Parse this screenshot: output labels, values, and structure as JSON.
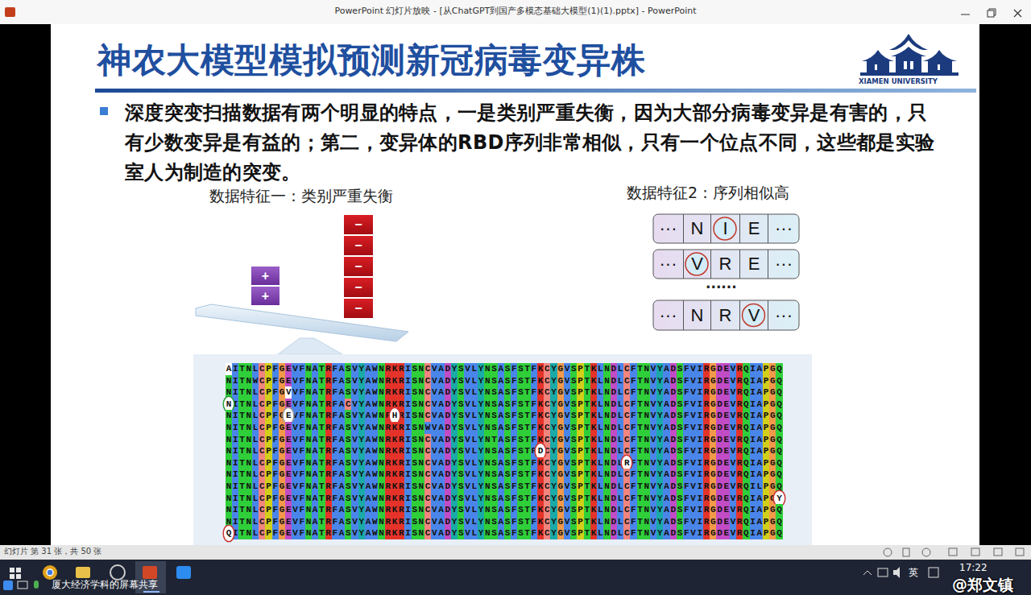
{
  "diagram": {
    "title": "神农大模型模拟预测新冠病毒变异株",
    "nodes": [
      {
        "text": [
          "+"
        ]
      },
      {
        "text": [
          "+"
        ]
      },
      {
        "text": [
          "−"
        ]
      },
      {
        "text": [
          "−"
        ]
      },
      {
        "text": [
          "−"
        ]
      },
      {
        "text": [
          "−"
        ]
      },
      {
        "text": [
          "−"
        ]
      },
      {
        "text": [
          "···"
        ]
      },
      {
        "text": [
          "N"
        ]
      },
      {
        "text": [
          "I"
        ]
      },
      {
        "text": [
          "E"
        ]
      },
      {
        "text": [
          "···"
        ]
      },
      {
        "text": [
          "···"
        ]
      },
      {
        "text": [
          "V"
        ]
      },
      {
        "text": [
          "R"
        ]
      },
      {
        "text": [
          "E"
        ]
      },
      {
        "text": [
          "···"
        ]
      },
      {
        "text": [
          "···"
        ]
      },
      {
        "text": [
          "N"
        ]
      },
      {
        "text": [
          "R"
        ]
      },
      {
        "text": [
          "V"
        ]
      },
      {
        "text": [
          "···"
        ]
      }
    ],
    "labels": [
      "PowerPoint 幻灯片放映 - [从ChatGPT到国产多模态基础大模型(1)(1).pptx] - PowerPoint",
      "XIAMEN UNIVERSITY",
      "深度突变扫描数据有两个明显的特点，一是类别严重失衡，因为大部分病毒变异是有害的，只有少数变异是有益的；第二，变异体的RBD序列非常相似，只有一个位点不同，这些都是实验室人为制造的突变。",
      "数据特征一：类别严重失衡",
      "数据特征2：序列相似高",
      "......",
      "AITNLCPFGEVFNATRFASVYAWNRKRISNCVADYSVLYNSASFSTFKCYGVSPTKLNDLCFTNVYADSFVIRGDEVRQIAPGQ",
      "NITNWCPFGEVFNATRFASVYAWNRKRISNCVADYSVLYNSASFSTFKCYGVSPTKLNDLCFTNVYADSFVIRGDEVRQIAPGQ",
      "NITNLCPFGVVFNATRFASVYAWNRKRISNCVADYSVLYNSASFSTFKCYGVSPTKLNDLCFTNVYADSFVIRGDEVRQIAPGQ",
      "NITNLCPFGEVFNATRFACVYAWNRKRISNCVADYSVLYNSASFSTFKCYGVSPTKLNDLCFTNVYADSFVIRGDEVRQIAPGQ",
      "NITNLCPFGEVFNATRFASVYAWNRHRISNCVADYSVLYNSASFSTFKCYGVSPTKLNDLCFTNVYADSFVIRGDEVRQIAPGQ",
      "NITNLCPFGEVFNATRFASVYAWNRKRISNWVADYSVLYNSASFSTFKCYGVSPTKLNDLCFTNVYADSFVIRGDEVRQIAPGQ",
      "NITNLCPFGEVFNATRFASVYAWNRKRISNCVADYSVLYNTASFSTFKCYGVSPTKLNDLCFTNVYADSFVIRGDEVRQIAPGQ",
      "NITNLCPFGEVFNATRFASVYAWNRKRISNCVADYSVLYNSASFSTFDCYGVSPTKLNDLCFTNVYADSFVIRGDEVRQIAPGQ",
      "NITNLCPFGEVFNATRFASVYAWNRKRISNCVADYSVLYNSASFSTFKCYGVSPTKLNDLRFTNVYADSFVIRGDEVRQIAPGQ",
      "NITNLCPFGEVFNATRFASVYAWNRKRISNCVADYSVLYNSASFSTFKCYGVSPTKLNDLCFTNVYADSFVIRGDEVRQIAPGQ",
      "NITNLCPFGEVFNATRFASVYAWNRKRISNCVADYSVLYNSASFSTFKCYGVSPTKLNDLCFTNVYADSFVIRGDEVRQILPGQ",
      "NITNLCPFGEVFNATRFASVYAWNRKRISNCVADYSVLYNSASFSTFKCYGVSPTKLNDLCFTNVYADSFVIRGDEVRQIAPGY",
      "NITNLCPFGEVFNATRFASVYAWNRKRISNCVADYSVLYNSASFSTFKCYGVSPTKLNDLCFTNVYADSFVIRGDEVRQIAPGQ",
      "NITNLCPFGEVFNATRFASVYAWNRKRISNCVADYSVLYNSASFSTFKCYGVSPTKLNDLCFTNVYADSFVIRGDEVRQIAPGQ",
      "QITNLCPFGEVFNATRFASVYAWNRKRISNCVADYSVLYNSASFSTFKCYGVSPTKLNDLCFTNVYADSFVIRGDEVRQIAPGQ",
      "幻灯片 第 31 张，共 50 张",
      "厦大经济学科的屏幕共享",
      "英",
      "17:22",
      "@郑文镇"
    ]
  }
}
